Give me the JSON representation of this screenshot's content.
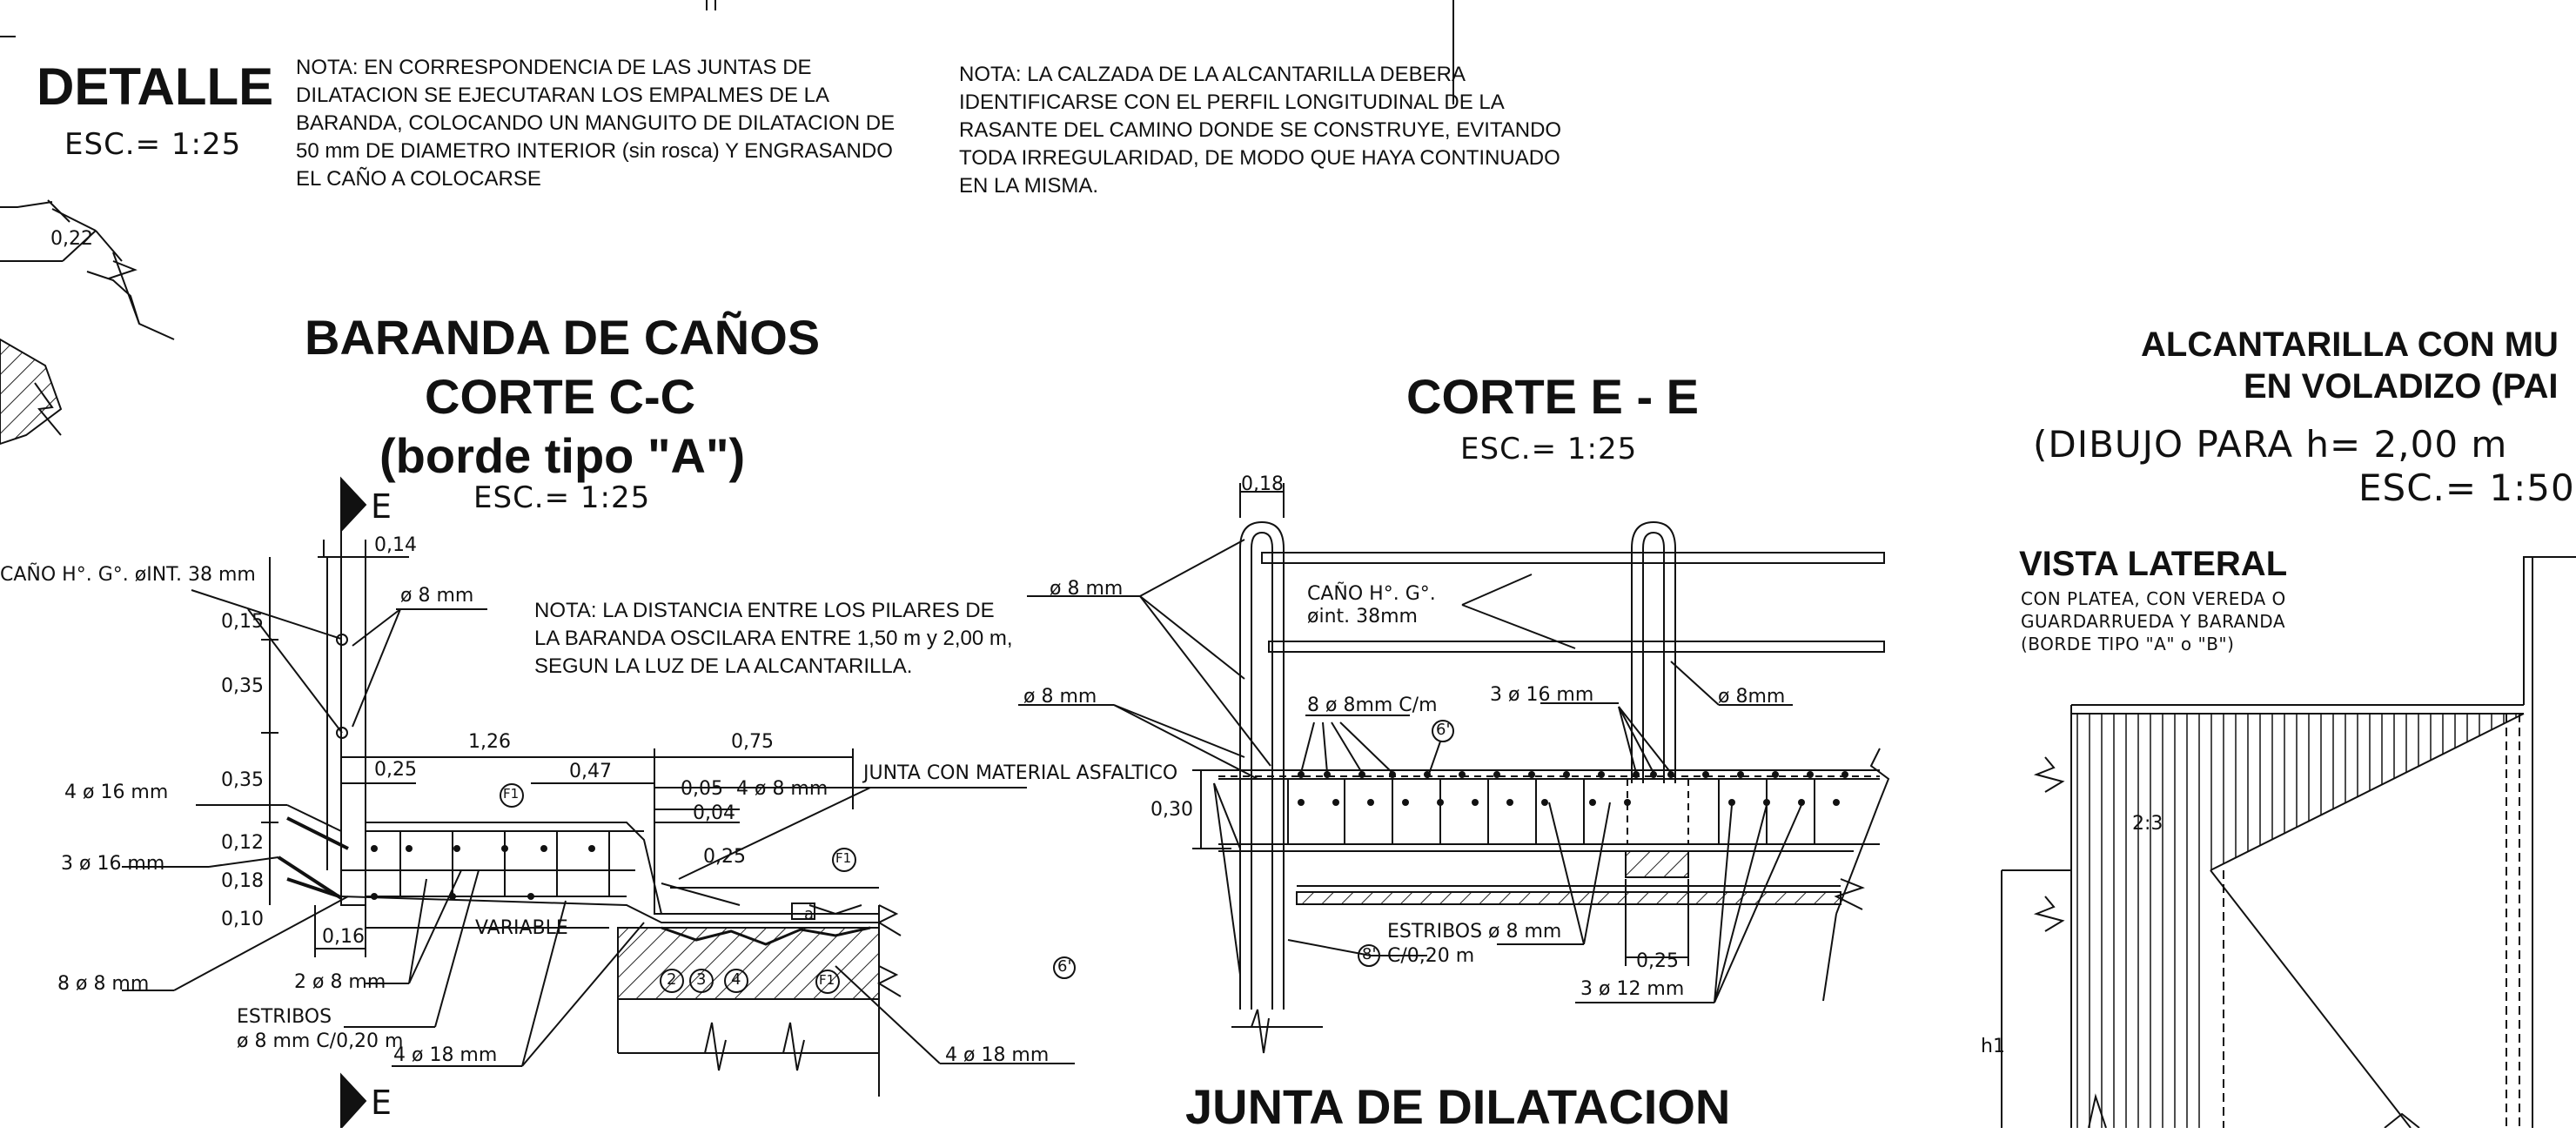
{
  "colors": {
    "ink": "#111111",
    "background": "#ffffff",
    "hatch": "#222222"
  },
  "detalle": {
    "title": "DETALLE",
    "scale": "ESC.= 1:25",
    "dim_022": "0,22"
  },
  "note_juntas": "NOTA: EN CORRESPONDENCIA DE LAS JUNTAS DE DILATACION SE EJECUTARAN LOS EMPALMES DE LA BARANDA, COLOCANDO UN MANGUITO DE DILATACION DE 50 mm DE DIAMETRO INTERIOR (sin rosca) Y ENGRASANDO EL CAÑO A COLOCARSE",
  "note_calzada": "NOTA: LA CALZADA DE LA ALCANTARILLA DEBERA IDENTIFICARSE CON EL PERFIL LONGITUDINAL DE LA RASANTE DEL CAMINO DONDE SE CONSTRUYE, EVITANDO TODA IRREGULARIDAD, DE  MODO QUE HAYA CONTINUADO EN LA MISMA.",
  "baranda": {
    "title1": "BARANDA DE CAÑOS",
    "title2": "CORTE C-C",
    "title3": "(borde tipo \"A\")",
    "scale": "ESC.= 1:25",
    "section_mark": "E",
    "note_pilares": "NOTA: LA DISTANCIA ENTRE LOS PILARES DE LA BARANDA OSCILARA ENTRE 1,50 m y 2,00 m, SEGUN LA LUZ DE LA ALCANTARILLA.",
    "labels": {
      "cano": "CAÑO H°. G°. øINT. 38 mm",
      "phi8": "ø 8 mm",
      "d014": "0,14",
      "d015": "0,15",
      "d035a": "0,35",
      "d035b": "0,35",
      "d126": "1,26",
      "d075": "0,75",
      "d025": "0,25",
      "d047": "0,47",
      "d005": "0,05",
      "d004": "0,04",
      "d025b": "0,25",
      "d012": "0,12",
      "d018": "0,18",
      "d010": "0,10",
      "d016": "0,16",
      "bar4_16": "4  ø  16  mm",
      "bar3_16": "3  ø  16  mm",
      "bar8_8": "8  ø  8  mm",
      "bar4_8": "4  ø  8  mm",
      "bar2_8": "2  ø  8  mm",
      "estribos": "ESTRIBOS",
      "estribos2": "ø  8  mm  C/0,20  m",
      "bar4_18a": "4  ø  18  mm",
      "bar4_18b": "4  ø  18  mm",
      "junta": "JUNTA  CON  MATERIAL  ASFALTICO",
      "variable": "VARIABLE",
      "a": "a",
      "f1": "F1",
      "m2": "2",
      "m3": "3",
      "m4": "4"
    }
  },
  "corte_e": {
    "title": "CORTE E - E",
    "scale": "ESC.= 1:25",
    "labels": {
      "d018": "0,18",
      "phi8a": "ø  8  mm",
      "phi8b": "ø  8  mm",
      "cano1": "CAÑO  H°.  G°.",
      "cano2": "øint.  38mm",
      "bars8": "8  ø  8mm  C/m",
      "bars3": "3  ø  16  mm",
      "phi8c": "ø  8mm",
      "m6": "6'",
      "m6b": "6'",
      "d030": "0,30",
      "estribos1": "ESTRIBOS  ø  8  mm",
      "m8": "8'",
      "estribos2": "C/0,20  m",
      "d025": "0,25",
      "bar3_12": "3  ø  12  mm"
    }
  },
  "junta": {
    "title": "JUNTA DE DILATACION"
  },
  "alcantarilla": {
    "title1": "ALCANTARILLA CON MU",
    "title2": "EN VOLADIZO (PAI",
    "sub1": "(DIBUJO  PARA  h=  2,00  m",
    "sub2": "ESC.=  1:50",
    "vista": "VISTA LATERAL",
    "vista_n1": "CON  PLATEA,  CON  VEREDA  O",
    "vista_n2": "GUARDARRUEDA  Y  BARANDA",
    "vista_n3": "(BORDE  TIPO  \"A\"  o  \"B\")",
    "slope": "2:3",
    "h1": "h1"
  }
}
